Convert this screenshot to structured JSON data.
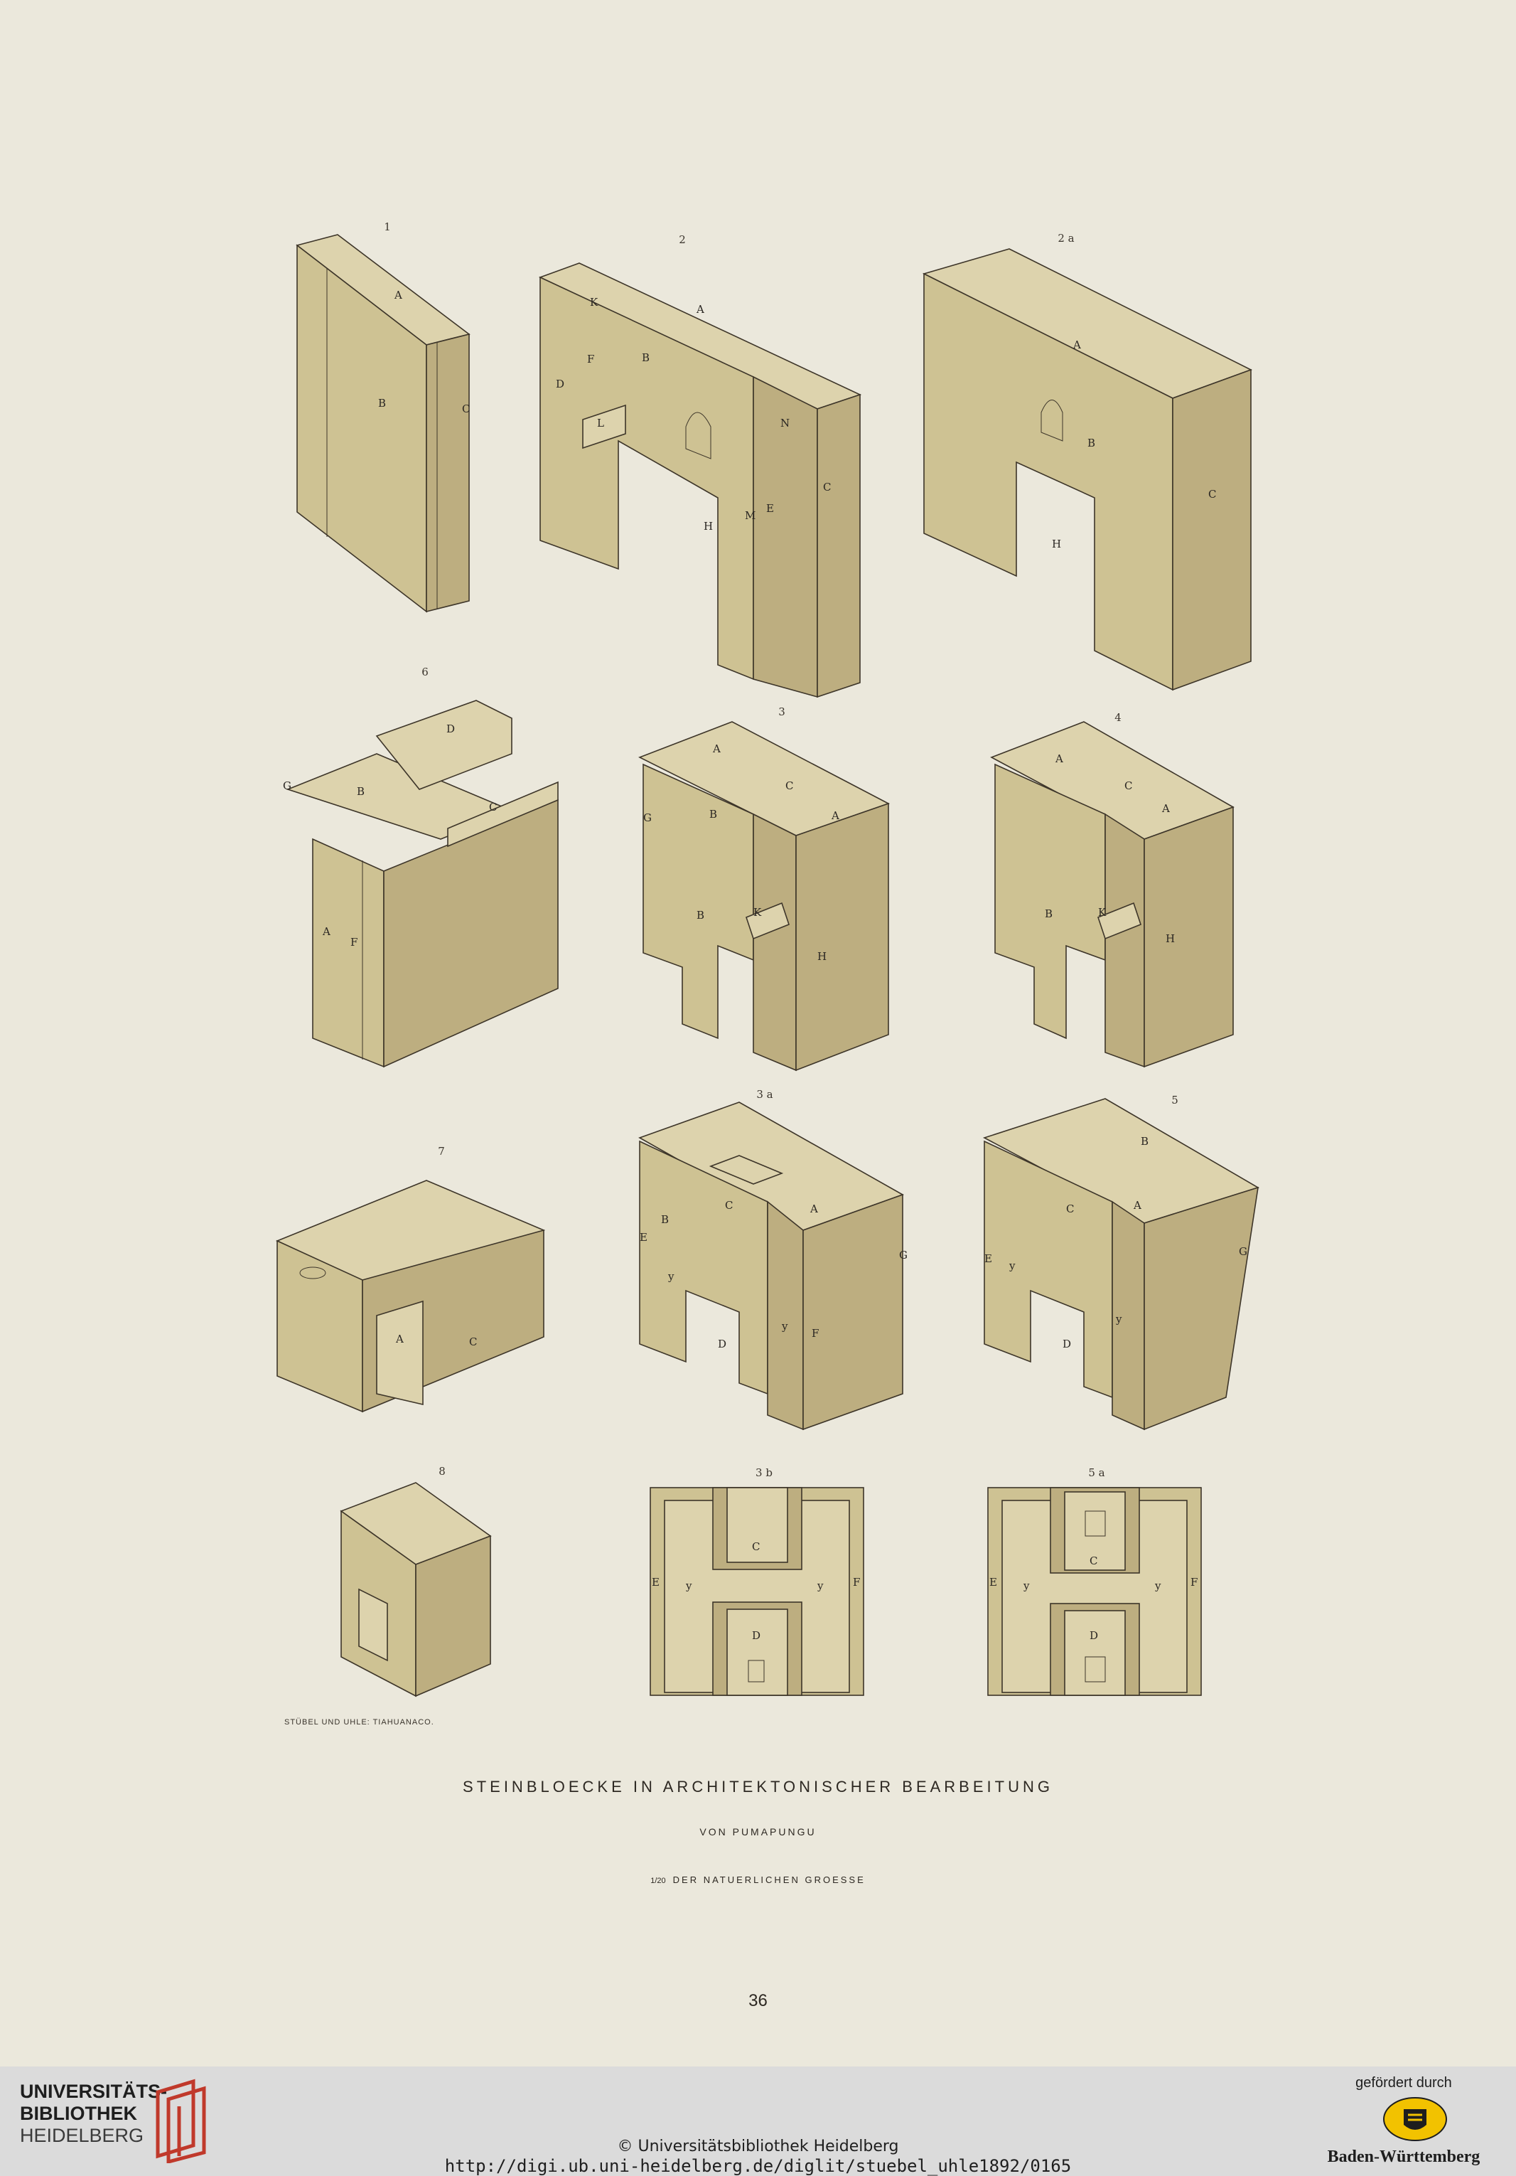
{
  "plate": {
    "figure_numbers": [
      "1",
      "2",
      "2 a",
      "6",
      "3",
      "4",
      "7",
      "3 a",
      "5",
      "8",
      "3 b",
      "5 a"
    ],
    "credit": "STÜBEL UND UHLE: TIAHUANACO.",
    "title": "STEINBLOECKE IN ARCHITEKTONISCHER BEARBEITUNG",
    "subtitle": "VON PUMAPUNGU",
    "scale_fraction": "1/20",
    "scale_text": "DER NATUERLICHEN GROESSE",
    "page_number": "36",
    "colors": {
      "paper": "#ebe8dc",
      "stone_light": "#d9cfa8",
      "stone_mid": "#cbbf93",
      "stone_dark": "#b8aa7b",
      "line": "#3d3529"
    }
  },
  "footer": {
    "library_line1": "UNIVERSITÄTS-",
    "library_line2": "BIBLIOTHEK",
    "library_line3": "HEIDELBERG",
    "copyright": "© Universitätsbibliothek Heidelberg",
    "url": "http://digi.ub.uni-heidelberg.de/diglit/stuebel_uhle1892/0165",
    "funded_by": "gefördert durch",
    "funder": "Baden-Württemberg",
    "icons": [
      "ub-heidelberg-logo-icon",
      "baden-wuerttemberg-seal-icon"
    ]
  }
}
